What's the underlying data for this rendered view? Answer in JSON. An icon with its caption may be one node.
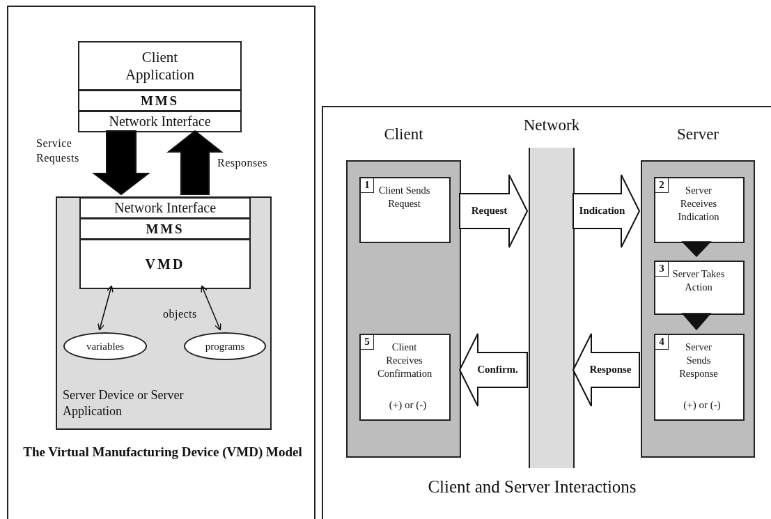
{
  "diagram": {
    "nodes": [
      {
        "text": [
          "The Virtual Manufacturing Device (VMD) Model"
        ]
      },
      {
        "text": [
          "Client Application"
        ],
        "in": 0
      },
      {
        "text": [
          "MMS"
        ],
        "in": 0
      },
      {
        "text": [
          "Network Interface"
        ],
        "in": 0
      },
      {
        "text": [
          "Server Device or Server Application"
        ],
        "in": 0
      },
      {
        "text": [
          "Network Interface"
        ],
        "in": 4
      },
      {
        "text": [
          "MMS"
        ],
        "in": 4
      },
      {
        "text": [
          "VMD"
        ],
        "in": 4
      },
      {
        "text": [
          "variables"
        ],
        "in": 4
      },
      {
        "text": [
          "programs"
        ],
        "in": 4
      },
      {
        "text": [
          "Client and Server Interactions"
        ]
      },
      {
        "text": [
          "Client"
        ],
        "in": 10
      },
      {
        "text": [
          "1",
          "Client Sends Request"
        ],
        "in": 11
      },
      {
        "text": [
          "5",
          "Client Receives Confirmation",
          "(+) or (-)"
        ],
        "in": 11
      },
      {
        "text": [
          "Network"
        ],
        "in": 10
      },
      {
        "text": [
          "Server"
        ],
        "in": 10
      },
      {
        "text": [
          "2",
          "Server Receives Indication"
        ],
        "in": 15
      },
      {
        "text": [
          "3",
          "Server Takes Action"
        ],
        "in": 15
      },
      {
        "text": [
          "4",
          "Server Sends Response",
          "(+) or (-)"
        ],
        "in": 15
      }
    ],
    "edges": [
      {
        "from": 3,
        "to": 5,
        "arrow": "to",
        "label": "Service Requests",
        "style": "thick"
      },
      {
        "from": 5,
        "to": 3,
        "arrow": "to",
        "label": "Responses",
        "style": "thick"
      },
      {
        "from": 7,
        "to": 8,
        "arrow": "both"
      },
      {
        "from": 7,
        "to": 9,
        "arrow": "both",
        "label": "objects"
      },
      {
        "from": 11,
        "to": 14,
        "arrow": "to",
        "label": "Request",
        "style": "thick"
      },
      {
        "from": 14,
        "to": 15,
        "arrow": "to",
        "label": "Indication",
        "style": "thick"
      },
      {
        "from": 15,
        "to": 14,
        "arrow": "to",
        "label": "Response",
        "style": "thick"
      },
      {
        "from": 14,
        "to": 11,
        "arrow": "to",
        "label": "Confirm.",
        "style": "thick"
      },
      {
        "from": 16,
        "to": 17,
        "arrow": "to"
      },
      {
        "from": 17,
        "to": 18,
        "arrow": "to"
      }
    ]
  }
}
